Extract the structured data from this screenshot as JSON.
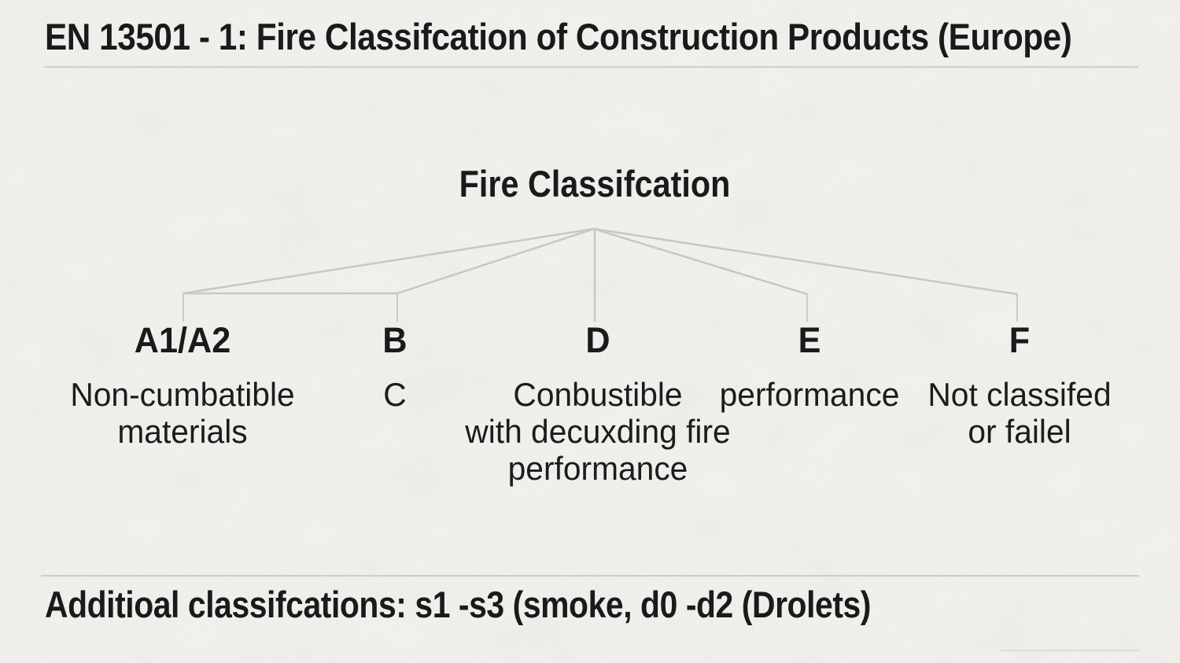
{
  "header": {
    "title": "EN 13501 - 1: Fire Classifcation of Construction Products (Europe)"
  },
  "tree": {
    "root_label": "Fire Classifcation",
    "branches": [
      {
        "label": "A1/A2",
        "desc_lines": [
          "Non-cumbatible",
          "materials"
        ]
      },
      {
        "label": "B",
        "desc_lines": [
          "C"
        ]
      },
      {
        "label": "D",
        "desc_lines": [
          "Conbustible",
          "with decuxding fire",
          "performance"
        ]
      },
      {
        "label": "E",
        "desc_lines": [
          "performance"
        ]
      },
      {
        "label": "F",
        "desc_lines": [
          "Not classifed",
          "or failel"
        ]
      }
    ]
  },
  "footer": {
    "note": "Additioal classifcations: s1 -s3 (smoke, d0 -d2 (Drolets)"
  },
  "colors": {
    "text": "#1a1a1a",
    "connector_line": "#c8c7c4",
    "divider": "#d2d1cf",
    "background": "#f2f1ee"
  }
}
